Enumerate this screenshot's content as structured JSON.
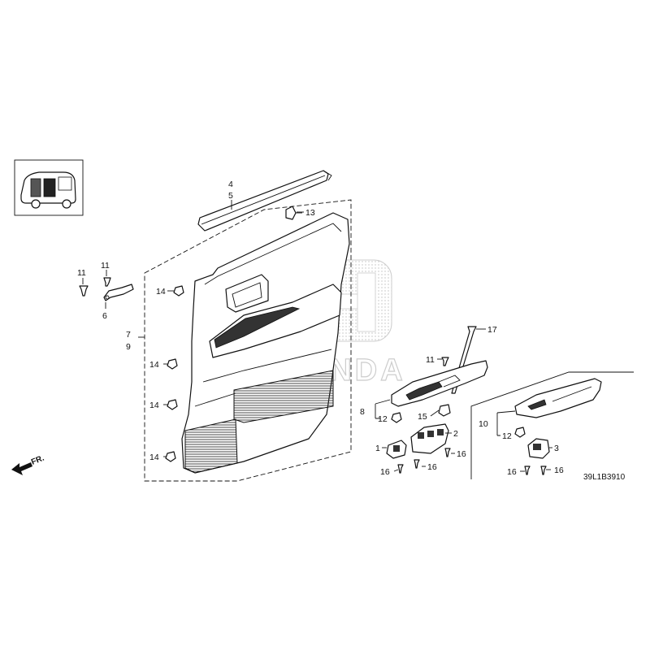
{
  "diagram_code": "39L1B3910",
  "direction_label": "FR.",
  "watermark": "HONDA",
  "callouts": {
    "c4": "4",
    "c5": "5",
    "c13": "13",
    "c11a": "11",
    "c11b": "11",
    "c6": "6",
    "c7": "7",
    "c9": "9",
    "c14a": "14",
    "c14b": "14",
    "c14c": "14",
    "c14d": "14",
    "c17": "17",
    "c11c": "11",
    "c8": "8",
    "c12a": "12",
    "c15": "15",
    "c2": "2",
    "c1": "1",
    "c16a": "16",
    "c16b": "16",
    "c16c": "16",
    "c10": "10",
    "c12b": "12",
    "c3": "3",
    "c16d": "16",
    "c16e": "16"
  }
}
